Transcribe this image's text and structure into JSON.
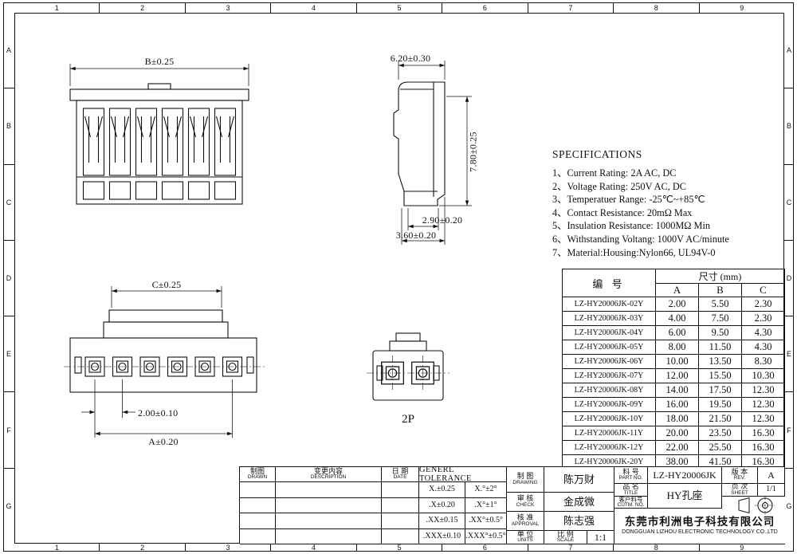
{
  "sheet": {
    "grid_cols": [
      "1",
      "2",
      "3",
      "4",
      "5",
      "6",
      "7",
      "8",
      "9"
    ],
    "grid_rows": [
      "A",
      "B",
      "C",
      "D",
      "E",
      "F",
      "G"
    ]
  },
  "dims": {
    "front_b": "B±0.25",
    "side_w": "6.20±0.30",
    "side_h": "7.80±0.25",
    "side_foot": "2.90±0.20",
    "side_base": "3.60±0.20",
    "bottom_c": "C±0.25",
    "pitch": "2.00±0.10",
    "bottom_a": "A±0.20",
    "two_p": "2P"
  },
  "specs": {
    "title": "SPECIFICATIONS",
    "items": [
      "1、Current Rating: 2A AC, DC",
      "2、Voltage Rating: 250V AC, DC",
      "3、Temperatuer Range: -25℃~+85℃",
      "4、Contact Resistance: 20mΩ Max",
      "5、Insulation Resistance: 1000MΩ Min",
      "6、Withstanding Voltang: 1000V AC/minute",
      "7、Material:Housing:Nylon66, UL94V-0"
    ]
  },
  "size_table": {
    "part_no_header": "编  号",
    "size_header": "尺寸 (mm)",
    "col_a": "A",
    "col_b": "B",
    "col_c": "C",
    "rows": [
      [
        "LZ-HY20006JK-02Y",
        "2.00",
        "5.50",
        "2.30"
      ],
      [
        "LZ-HY20006JK-03Y",
        "4.00",
        "7.50",
        "2.30"
      ],
      [
        "LZ-HY20006JK-04Y",
        "6.00",
        "9.50",
        "4.30"
      ],
      [
        "LZ-HY20006JK-05Y",
        "8.00",
        "11.50",
        "4.30"
      ],
      [
        "LZ-HY20006JK-06Y",
        "10.00",
        "13.50",
        "8.30"
      ],
      [
        "LZ-HY20006JK-07Y",
        "12.00",
        "15.50",
        "10.30"
      ],
      [
        "LZ-HY20006JK-08Y",
        "14.00",
        "17.50",
        "12.30"
      ],
      [
        "LZ-HY20006JK-09Y",
        "16.00",
        "19.50",
        "12.30"
      ],
      [
        "LZ-HY20006JK-10Y",
        "18.00",
        "21.50",
        "12.30"
      ],
      [
        "LZ-HY20006JK-11Y",
        "20.00",
        "23.50",
        "16.30"
      ],
      [
        "LZ-HY20006JK-12Y",
        "22.00",
        "25.50",
        "16.30"
      ],
      [
        "LZ-HY20006JK-20Y",
        "38.00",
        "41.50",
        "16.30"
      ]
    ]
  },
  "title_block": {
    "drawn_cn": "制图",
    "drawn_en": "DRAWN",
    "description_cn": "变更内容",
    "description_en": "DESCRIPTION",
    "date_cn": "日 期",
    "date_en": "DATE",
    "tolerance_title": "GENERL TOLERANCE",
    "tolerances": [
      [
        "X.±0.25",
        "X.°±2°"
      ],
      [
        ".X±0.20",
        ".X°±1°"
      ],
      [
        ".XX±0.15",
        ".XX°±0.5°"
      ],
      [
        ".XXX±0.10",
        ".XXX°±0.5°"
      ]
    ],
    "drawing_cn": "制 图",
    "drawing_en": "DRAWING",
    "drawing_name": "陈万财",
    "check_cn": "审 核",
    "check_en": "CHECK",
    "check_name": "金成微",
    "approval_cn": "核 准",
    "approval_en": "APPROVAL",
    "approval_name": "陈志强",
    "units_cn": "单 位",
    "units_en": "UNITS",
    "scale_cn": "比 例",
    "scale_en": "SCALE",
    "scale_value": "1:1",
    "part_no_cn": "料 号",
    "part_no_en": "PART NO.",
    "part_no_value": "LZ-HY20006JK",
    "rev_cn": "版 本",
    "rev_en": "REV.",
    "rev_value": "A",
    "title_cn": "品 名",
    "title_en": "TITLE",
    "title_value": "HY孔座",
    "sheet_cn": "页 次",
    "sheet_en": "SHEET",
    "sheet_value": "1/1",
    "cust_no_cn": "客户料号",
    "cust_no_en": "CUTM. NO.",
    "company_cn": "东莞市利洲电子科技有限公司",
    "company_en": "DONGGUAN LIZHOU ELECTRONIC TECHNOLOGY CO.,LTD"
  }
}
